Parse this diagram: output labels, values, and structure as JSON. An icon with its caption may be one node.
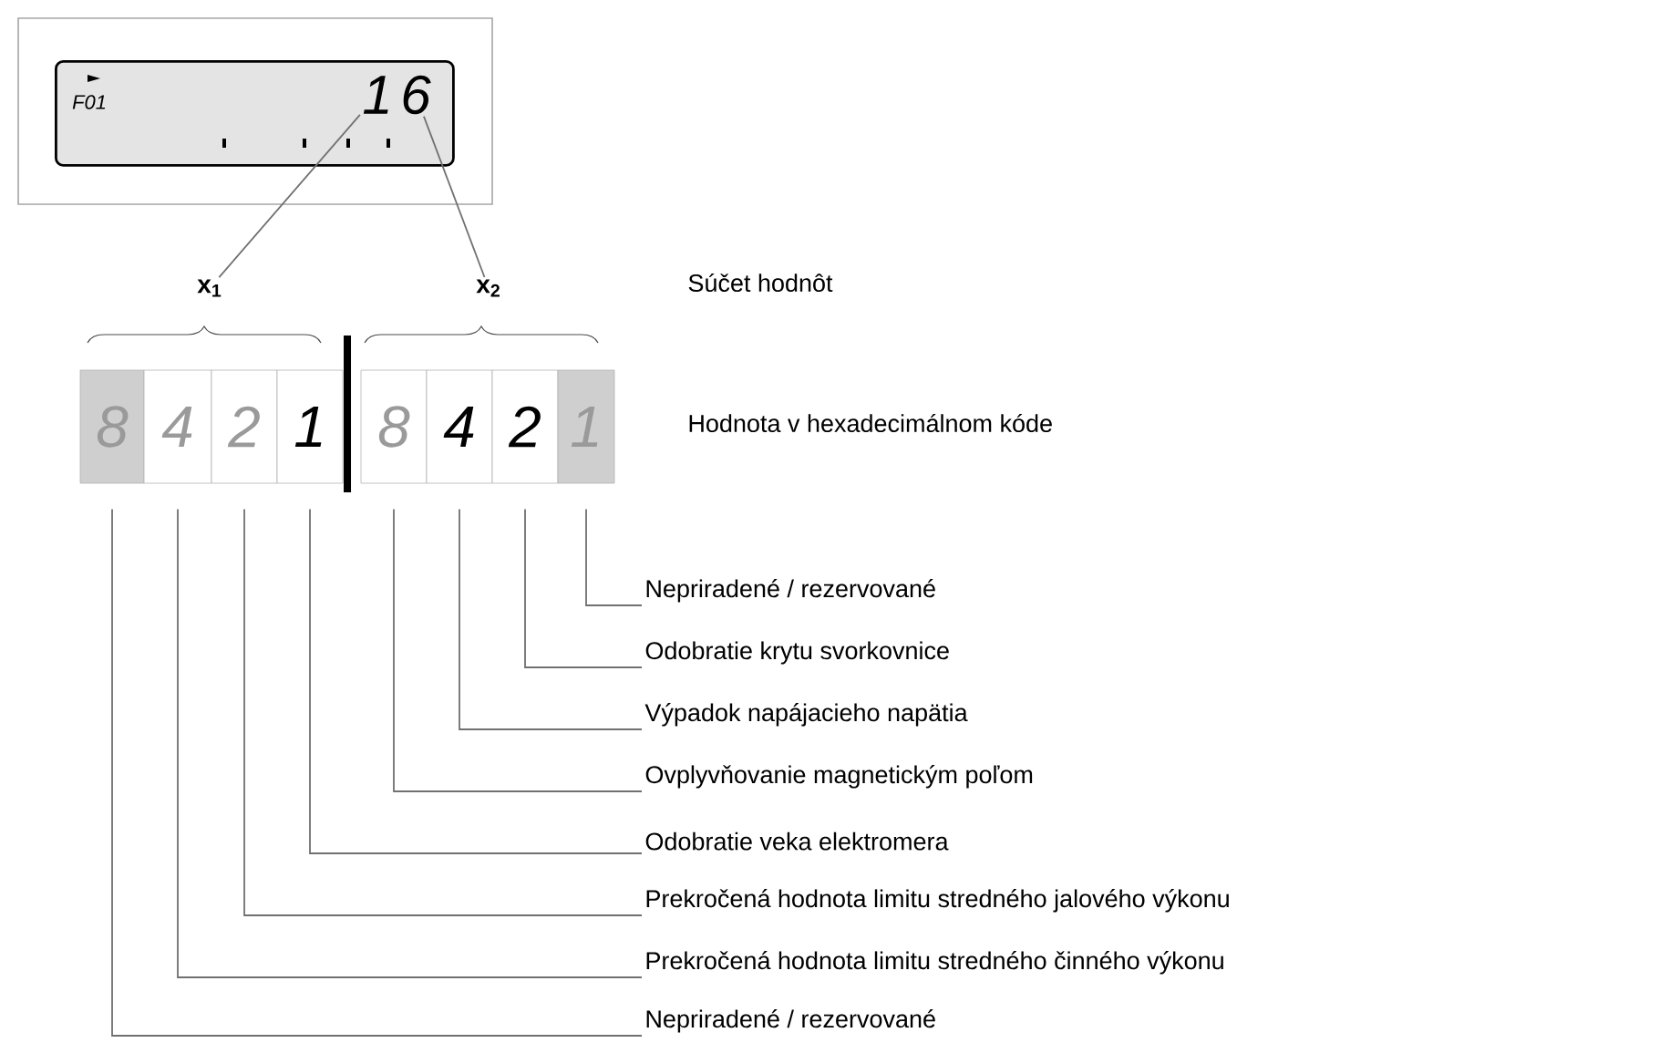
{
  "diagram": {
    "nodes": [
      {
        "text": [
          "F01"
        ]
      },
      {
        "text": [
          "1"
        ],
        "in": 0
      },
      {
        "text": [
          "6"
        ],
        "in": 0
      },
      {
        "text": [
          "x$_{1}$"
        ]
      },
      {
        "text": [
          "x$_{2}$"
        ]
      },
      {
        "text": [
          "8"
        ]
      },
      {
        "text": [
          "4"
        ]
      },
      {
        "text": [
          "2"
        ]
      },
      {
        "text": [
          "1"
        ]
      },
      {
        "text": [
          "8"
        ]
      },
      {
        "text": [
          "4"
        ]
      },
      {
        "text": [
          "2"
        ]
      },
      {
        "text": [
          "1"
        ]
      },
      {
        "text": [
          "Nepriradené / rezervované"
        ]
      },
      {
        "text": [
          "Odobratie krytu svorkovnice"
        ]
      },
      {
        "text": [
          "Výpadok napájacieho napätia"
        ]
      },
      {
        "text": [
          "Ovplyvňovanie magnetickým poľom"
        ]
      },
      {
        "text": [
          "Odobratie veka elektromera"
        ]
      },
      {
        "text": [
          "Prekročená hodnota limitu stredného jalového výkonu"
        ]
      },
      {
        "text": [
          "Prekročená hodnota limitu stredného činného výkonu"
        ]
      },
      {
        "text": [
          "Nepriradené / rezervované"
        ]
      }
    ],
    "edges": [
      {
        "from": 1,
        "to": 3,
        "arrow": "none"
      },
      {
        "from": 2,
        "to": 4,
        "arrow": "none"
      },
      {
        "from": 12,
        "to": 13,
        "arrow": "none"
      },
      {
        "from": 11,
        "to": 14,
        "arrow": "none"
      },
      {
        "from": 10,
        "to": 15,
        "arrow": "none"
      },
      {
        "from": 9,
        "to": 16,
        "arrow": "none"
      },
      {
        "from": 8,
        "to": 17,
        "arrow": "none"
      },
      {
        "from": 7,
        "to": 18,
        "arrow": "none"
      },
      {
        "from": 6,
        "to": 19,
        "arrow": "none"
      },
      {
        "from": 5,
        "to": 20,
        "arrow": "none"
      }
    ],
    "labels": [
      "Súčet hodnôt",
      "Hodnota v hexadecimálnom kóde"
    ]
  }
}
